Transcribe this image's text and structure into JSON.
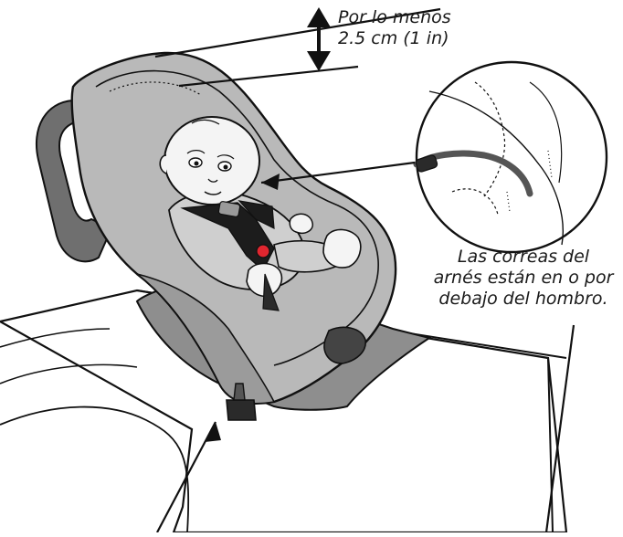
{
  "clearance_note": {
    "line1": "Por lo menos",
    "line2": "2.5 cm (1 in)"
  },
  "harness_note": {
    "line1": "Las correas del",
    "line2": "arnés están en o por",
    "line3": "debajo del hombro."
  },
  "colors": {
    "outline": "#111111",
    "seat_shell": "#b9b9b9",
    "seat_shell_light": "#cfcfcf",
    "seat_shadow": "#8e8e8e",
    "handle": "#6f6f6f",
    "harness": "#1c1c1c",
    "buckle_button": "#e0262f",
    "skin": "#f4f4f4",
    "vehicle_seat": "#ffffff"
  }
}
